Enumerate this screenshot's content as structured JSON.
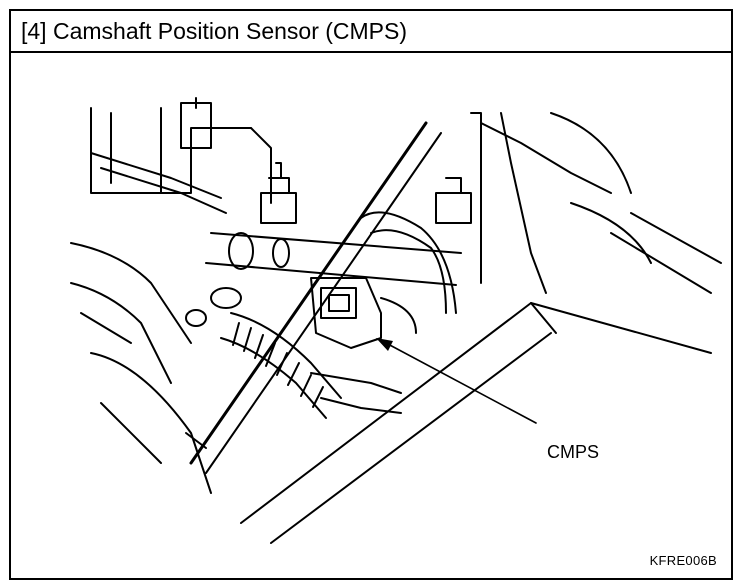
{
  "section": {
    "title": "[4] Camshaft Position Sensor (CMPS)"
  },
  "figure": {
    "callout_label": "CMPS",
    "figure_code": "KFRE006B"
  }
}
